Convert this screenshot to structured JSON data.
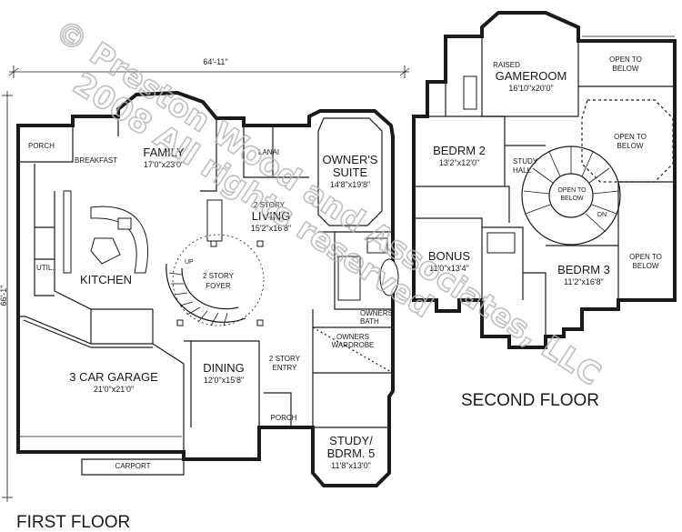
{
  "watermark": {
    "line1": "© Preston Wood and Associates, LLC",
    "line2": "2008 All rights reserved"
  },
  "dimensions": {
    "width": "64'-11\"",
    "height": "66'-1\""
  },
  "floors": {
    "first": "FIRST FLOOR",
    "second": "SECOND FLOOR"
  },
  "first_floor": {
    "porch_left": "PORCH",
    "breakfast": "BREAKFAST",
    "family": {
      "name": "FAMILY",
      "size": "17'0\"x23'0\""
    },
    "lanai": "LANAI",
    "owners_suite": {
      "name1": "OWNER'S",
      "name2": "SUITE",
      "size": "14'8\"x19'8\""
    },
    "living": {
      "note": "2 STORY",
      "name": "LIVING",
      "size": "15'2\"x16'8\""
    },
    "kitchen": "KITCHEN",
    "util": "UTIL.",
    "foyer": {
      "line1": "2 STORY",
      "line2": "FOYER",
      "up": "UP"
    },
    "owners_bath": {
      "line1": "OWNERS",
      "line2": "BATH"
    },
    "owners_wardrobe": {
      "line1": "OWNERS",
      "line2": "WARDROBE"
    },
    "garage": {
      "name": "3 CAR GARAGE",
      "size": "21'0\"x21'0\""
    },
    "dining": {
      "name": "DINING",
      "size": "12'0\"x15'8\""
    },
    "entry": {
      "line1": "2 STORY",
      "line2": "ENTRY"
    },
    "porch_front": "PORCH",
    "study": {
      "name1": "STUDY/",
      "name2": "BDRM. 5",
      "size": "11'8\"x13'0\""
    },
    "carport": "CARPORT"
  },
  "second_floor": {
    "gameroom": {
      "note": "RAISED",
      "name": "GAMEROOM",
      "size": "16'10\"x20'0\""
    },
    "open_top": {
      "line1": "OPEN TO",
      "line2": "BELOW"
    },
    "bedrm2": {
      "name": "BEDRM 2",
      "size": "13'2\"x12'0\""
    },
    "study_hall": {
      "line1": "STUDY",
      "line2": "HALL"
    },
    "open_right": {
      "line1": "OPEN TO",
      "line2": "BELOW"
    },
    "open_stair": {
      "line1": "OPEN TO",
      "line2": "BELOW",
      "dn": "DN"
    },
    "bonus": {
      "name": "BONUS",
      "size": "11'0\"x13'4\""
    },
    "bedrm3": {
      "name": "BEDRM 3",
      "size": "11'2\"x16'8\""
    },
    "open_far": {
      "line1": "OPEN TO",
      "line2": "BELOW"
    }
  }
}
